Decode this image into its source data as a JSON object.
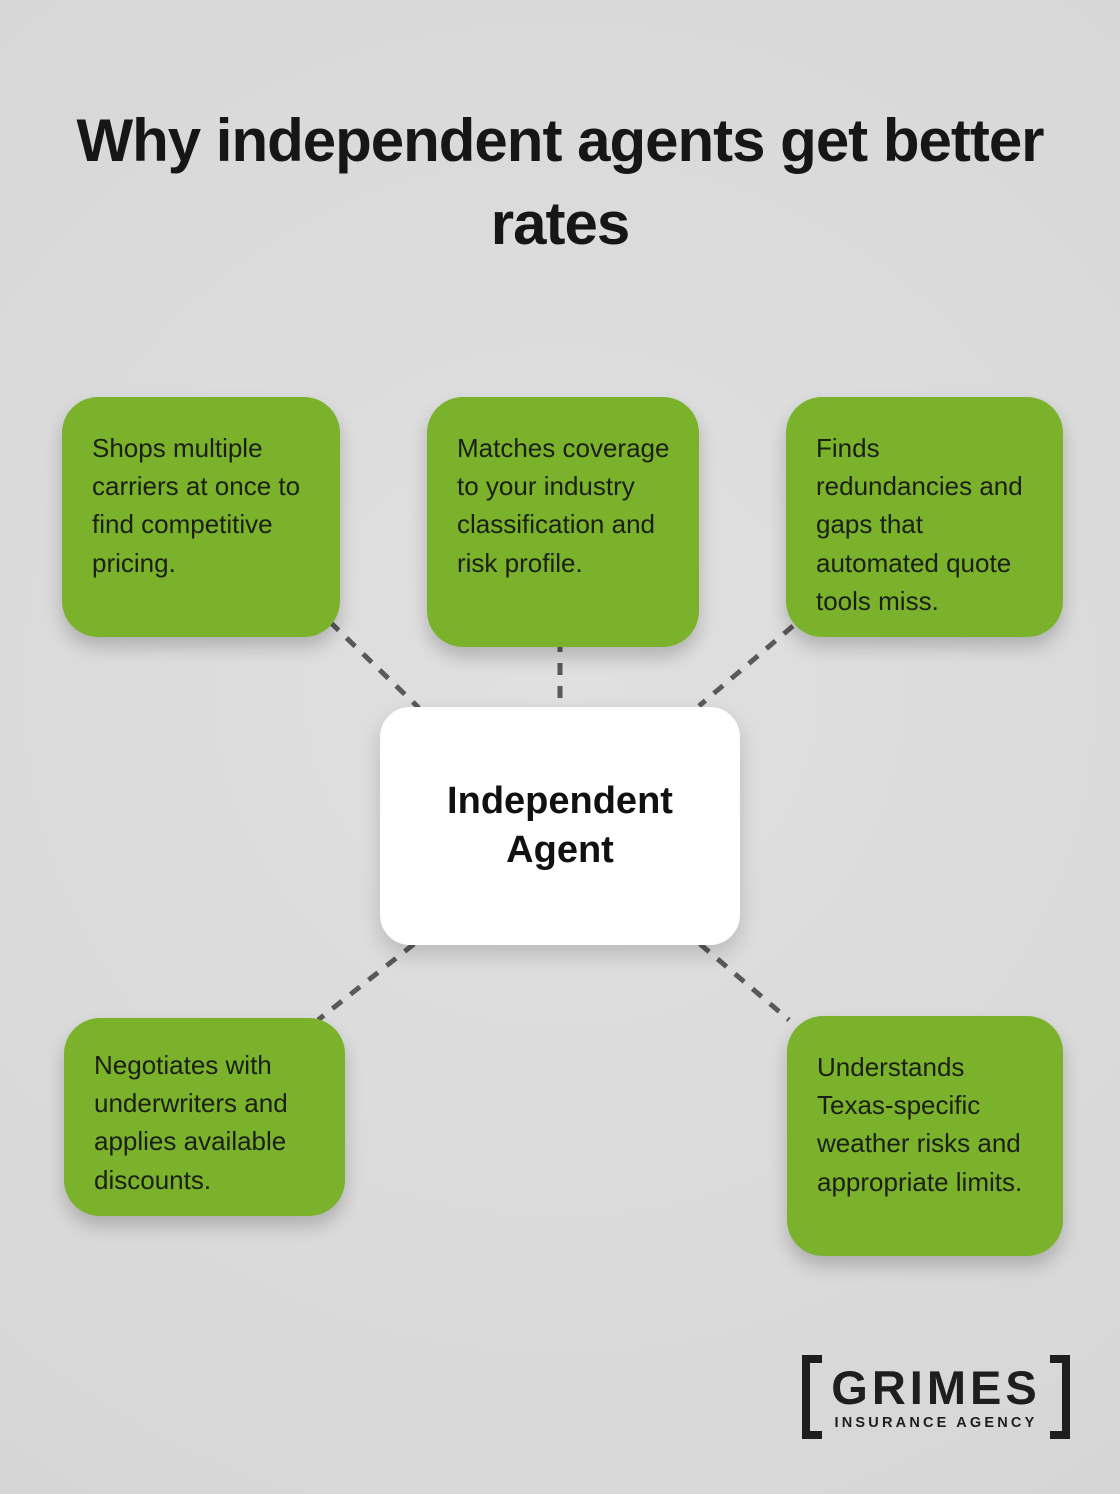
{
  "page": {
    "background_color": "#d9d9d9",
    "box_green": "#7ab22b",
    "connector_color": "#595959",
    "node_white": "#ffffff"
  },
  "title": "Why independent agents get better rates",
  "center": {
    "label": "Independent Agent"
  },
  "boxes": [
    {
      "id": "shops",
      "text": "Shops multiple carriers at once to find competitive pricing."
    },
    {
      "id": "matches",
      "text": "Matches coverage to your industry classification and risk profile."
    },
    {
      "id": "finds",
      "text": "Finds redundancies and gaps that automated quote tools miss."
    },
    {
      "id": "negotiates",
      "text": "Negotiates with underwriters and applies available discounts."
    },
    {
      "id": "understands",
      "text": "Understands Texas-specific weather risks and appropriate limits."
    }
  ],
  "logo": {
    "name": "GRIMES",
    "subtitle": "INSURANCE AGENCY"
  }
}
